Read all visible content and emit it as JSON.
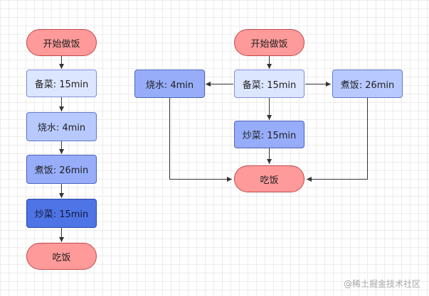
{
  "left_flow": {
    "start": "开始做饭",
    "prep": "备菜: 15min",
    "boil_water": "烧水: 4min",
    "cook_rice": "煮饭: 26min",
    "stir_fry": "炒菜: 15min",
    "eat": "吃饭"
  },
  "right_flow": {
    "start": "开始做饭",
    "prep": "备菜: 15min",
    "boil_water": "烧水: 4min",
    "cook_rice": "煮饭: 26min",
    "stir_fry": "炒菜: 15min",
    "eat": "吃饭"
  },
  "watermark": "@稀土掘金技术社区",
  "colors": {
    "terminal_fill": "#ff9a9a",
    "step_light": "#dde6ff",
    "step_mid": "#b8c9ff",
    "step_strong": "#97adfa",
    "step_dark": "#4f74e6",
    "edge": "#333333"
  }
}
